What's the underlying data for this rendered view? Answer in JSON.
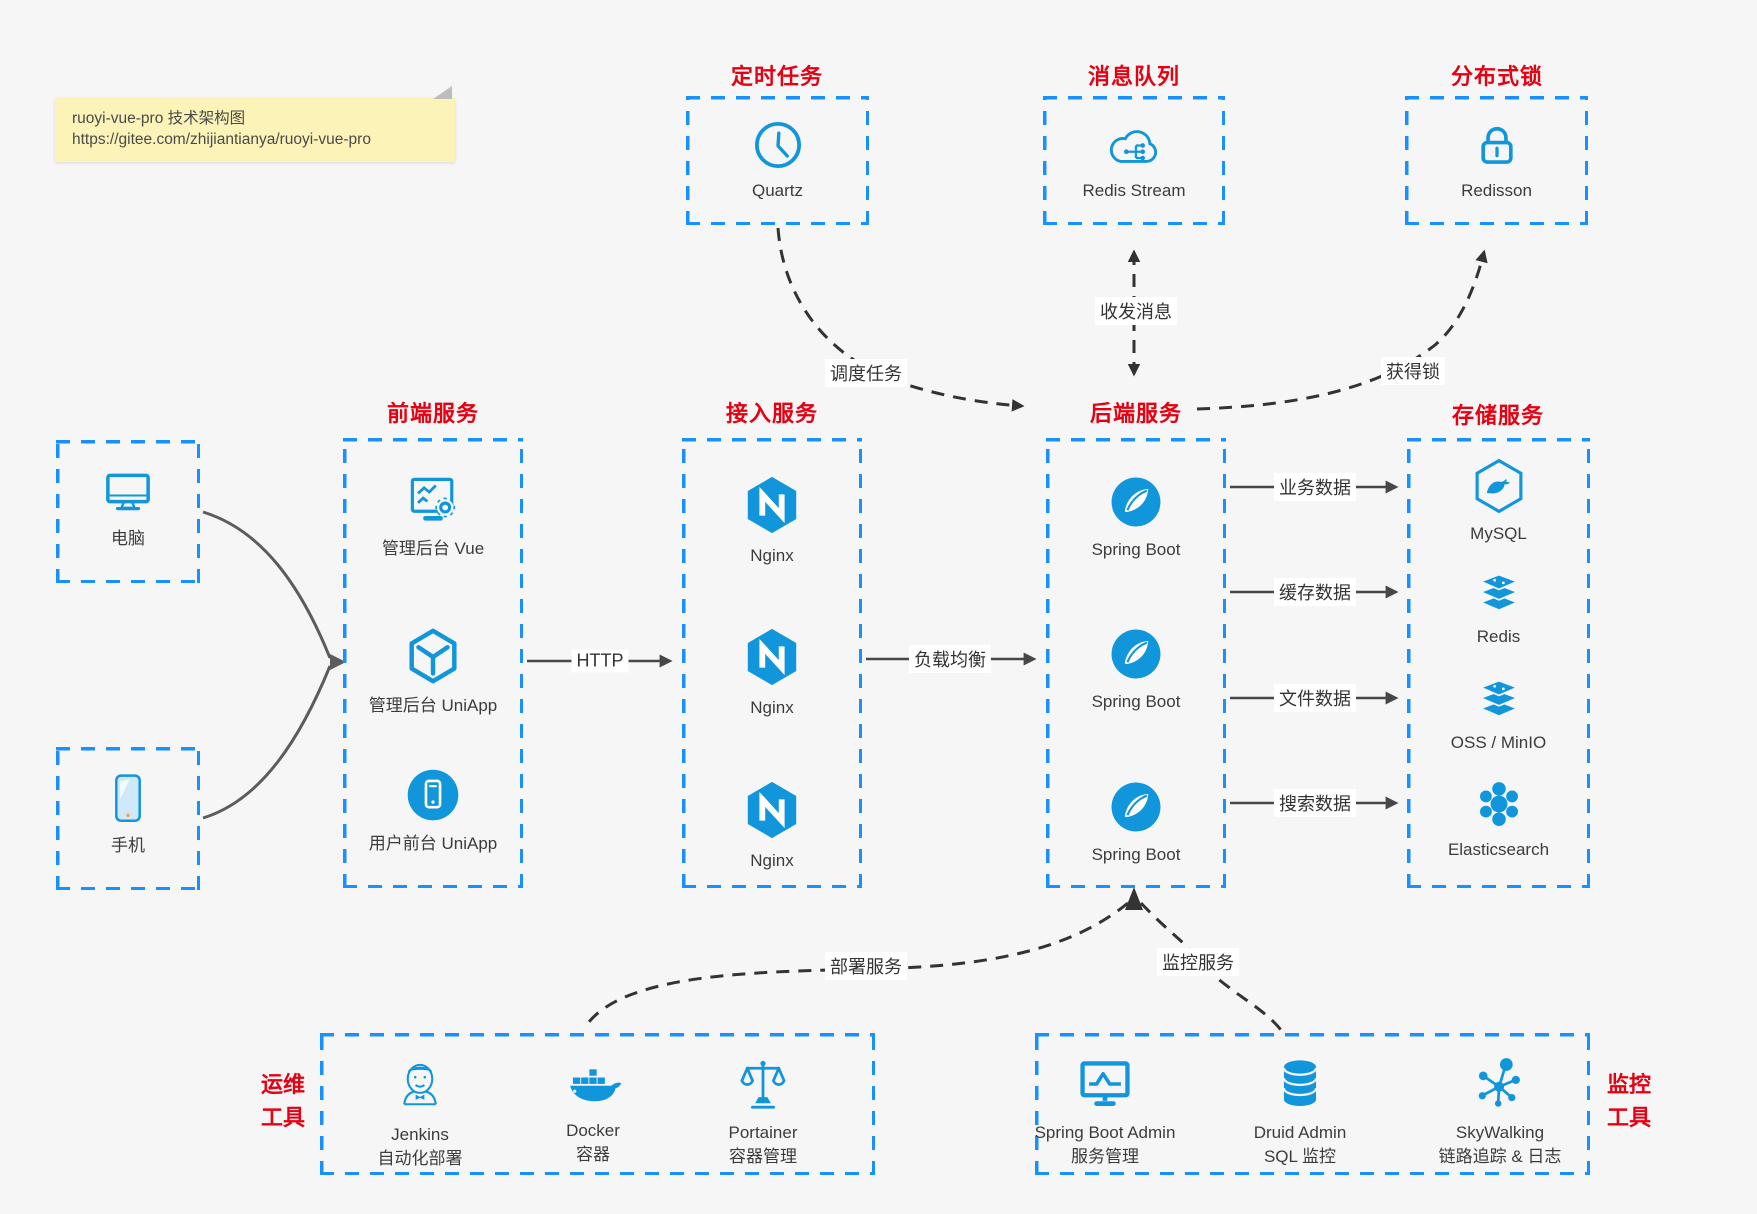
{
  "note": {
    "line1": "ruoyi-vue-pro 技术架构图",
    "line2": "https://gitee.com/zhijiantianya/ruoyi-vue-pro"
  },
  "colors": {
    "icon_blue": "#1296db",
    "box_dash_blue": "#1890ff",
    "title_red": "#e60012",
    "note_yellow": "#fbf3b8",
    "connector_dark": "#333333",
    "background": "#f6f6f7"
  },
  "groups": {
    "scheduler": {
      "title": "定时任务",
      "items": [
        {
          "label": "Quartz",
          "icon": "clock-icon"
        }
      ]
    },
    "mq": {
      "title": "消息队列",
      "items": [
        {
          "label": "Redis Stream",
          "icon": "cloud-share-icon"
        }
      ]
    },
    "lock": {
      "title": "分布式锁",
      "items": [
        {
          "label": "Redisson",
          "icon": "lock-icon"
        }
      ]
    },
    "clients": {
      "items": [
        {
          "label": "电脑",
          "icon": "desktop-icon"
        },
        {
          "label": "手机",
          "icon": "mobile-icon"
        }
      ]
    },
    "frontend": {
      "title": "前端服务",
      "items": [
        {
          "label": "管理后台 Vue",
          "icon": "admin-vue-icon"
        },
        {
          "label": "管理后台 UniApp",
          "icon": "uniapp-cube-icon"
        },
        {
          "label": "用户前台 UniApp",
          "icon": "user-app-icon"
        }
      ]
    },
    "gateway": {
      "title": "接入服务",
      "items": [
        {
          "label": "Nginx",
          "icon": "nginx-icon"
        },
        {
          "label": "Nginx",
          "icon": "nginx-icon"
        },
        {
          "label": "Nginx",
          "icon": "nginx-icon"
        }
      ]
    },
    "backend": {
      "title": "后端服务",
      "items": [
        {
          "label": "Spring Boot",
          "icon": "spring-icon"
        },
        {
          "label": "Spring Boot",
          "icon": "spring-icon"
        },
        {
          "label": "Spring Boot",
          "icon": "spring-icon"
        }
      ]
    },
    "storage": {
      "title": "存储服务",
      "items": [
        {
          "label": "MySQL",
          "icon": "mysql-icon"
        },
        {
          "label": "Redis",
          "icon": "redis-stack-icon"
        },
        {
          "label": "OSS / MinIO",
          "icon": "storage-stack-icon"
        },
        {
          "label": "Elasticsearch",
          "icon": "elasticsearch-icon"
        }
      ]
    },
    "devops": {
      "title_line1": "运维",
      "title_line2": "工具",
      "items": [
        {
          "label": "Jenkins",
          "sublabel": "自动化部署",
          "icon": "jenkins-icon"
        },
        {
          "label": "Docker",
          "sublabel": "容器",
          "icon": "docker-icon"
        },
        {
          "label": "Portainer",
          "sublabel": "容器管理",
          "icon": "portainer-icon"
        }
      ]
    },
    "monitoring": {
      "title_line1": "监控",
      "title_line2": "工具",
      "items": [
        {
          "label": "Spring Boot Admin",
          "sublabel": "服务管理",
          "icon": "sba-icon"
        },
        {
          "label": "Druid Admin",
          "sublabel": "SQL 监控",
          "icon": "druid-icon"
        },
        {
          "label": "SkyWalking",
          "sublabel": "链路追踪 & 日志",
          "icon": "skywalking-icon"
        }
      ]
    }
  },
  "edges": {
    "http": "HTTP",
    "load_balance": "负载均衡",
    "business_data": "业务数据",
    "cache_data": "缓存数据",
    "file_data": "文件数据",
    "search_data": "搜索数据",
    "schedule_task": "调度任务",
    "send_receive_message": "收发消息",
    "acquire_lock": "获得锁",
    "deploy_service": "部署服务",
    "monitor_service": "监控服务"
  }
}
